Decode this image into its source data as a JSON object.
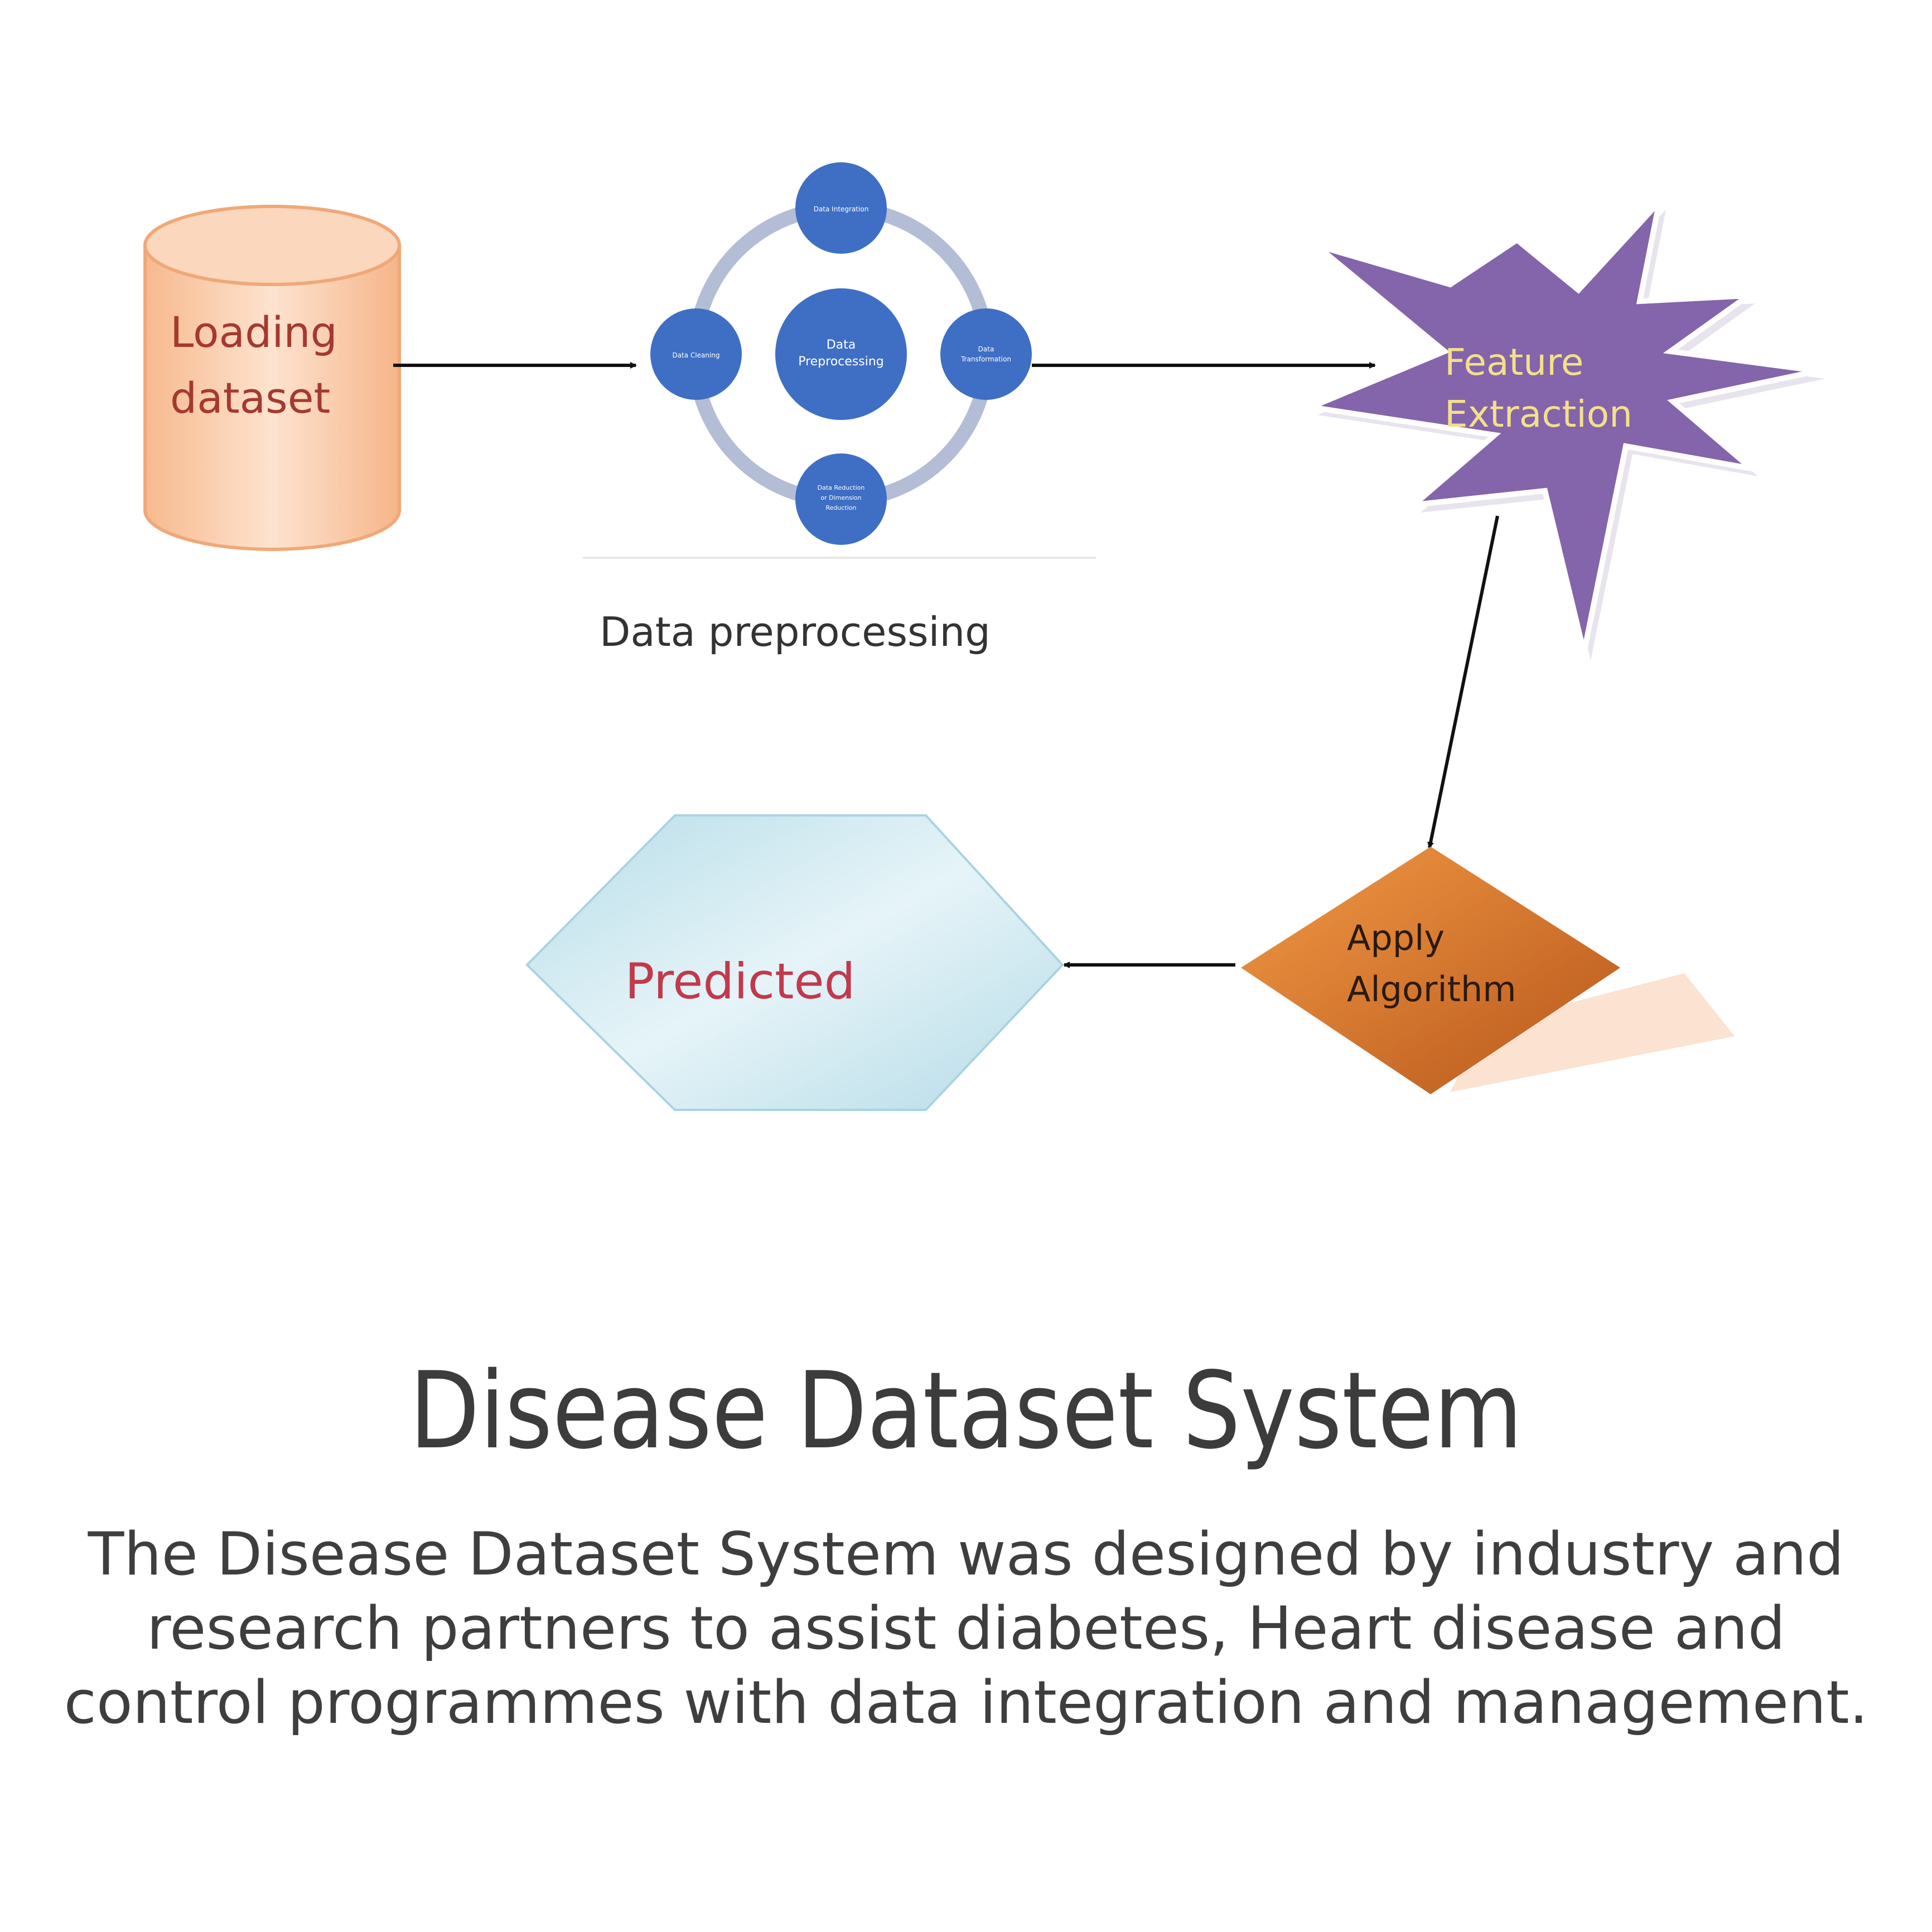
{
  "title": "Disease Dataset System",
  "description": "The Disease Dataset System was designed by industry and research partners to assist diabetes, Heart disease and control programmes with data integration and management.",
  "nodes": {
    "loading": {
      "line1": "Loading",
      "line2": "dataset"
    },
    "preprocessing": {
      "caption": "Data preprocessing",
      "center_line1": "Data",
      "center_line2": "Preprocessing",
      "top": "Data Integration",
      "left": "Data Cleaning",
      "right_line1": "Data",
      "right_line2": "Transformation",
      "bottom_line1": "Data Reduction",
      "bottom_line2": "or Dimension",
      "bottom_line3": "Reduction"
    },
    "feature": {
      "line1": "Feature",
      "line2": "Extraction"
    },
    "algorithm": {
      "line1": "Apply",
      "line2": "Algorithm"
    },
    "predicted": {
      "label": "Predicted"
    }
  },
  "colors": {
    "cylinder": "#f9c9a4",
    "cylinder_text": "#a5392f",
    "circle": "#3f6fc4",
    "ring": "#b4bdd6",
    "star": "#8464aa",
    "star_text": "#f3e08a",
    "diamond": "#e07f2c",
    "hexagon": "#c9e6ef",
    "hexagon_text": "#c13a4c"
  }
}
